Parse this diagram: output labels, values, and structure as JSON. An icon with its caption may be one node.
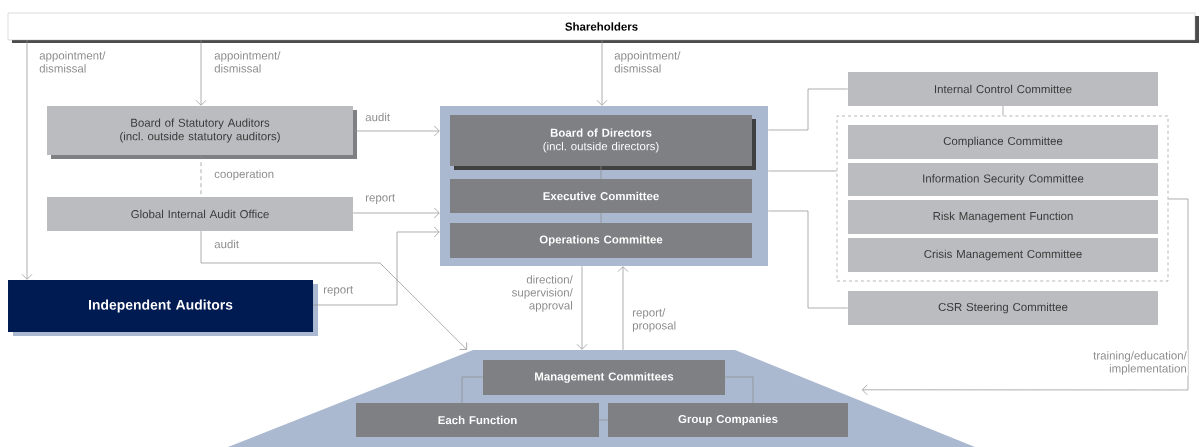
{
  "diagram": {
    "nodes": [
      {
        "text": [
          "Shareholders"
        ]
      },
      {
        "text": [
          "Board of Statutory Auditors",
          "(incl. outside statutory auditors)"
        ]
      },
      {
        "text": [
          "Global Internal Audit Office"
        ]
      },
      {
        "text": [
          "Independent Auditors"
        ]
      },
      {
        "text": [],
        "shape": "box"
      },
      {
        "text": [
          "Board of Directors",
          "(incl. outside directors)"
        ],
        "in": 4
      },
      {
        "text": [
          "Executive Committee"
        ],
        "in": 4
      },
      {
        "text": [
          "Operations Committee"
        ],
        "in": 4
      },
      {
        "text": [
          "Internal Control Committee"
        ]
      },
      {
        "text": [],
        "shape": "box"
      },
      {
        "text": [
          "Compliance Committee"
        ],
        "in": 9
      },
      {
        "text": [
          "Information Security Committee"
        ],
        "in": 9
      },
      {
        "text": [
          "Risk Management Function"
        ],
        "in": 9
      },
      {
        "text": [
          "Crisis Management Committee"
        ],
        "in": 9
      },
      {
        "text": [
          "CSR Steering Committee"
        ]
      },
      {
        "text": [],
        "shape": "trapezoid"
      },
      {
        "text": [
          "Management Committees"
        ],
        "in": 15
      },
      {
        "text": [
          "Each Function"
        ],
        "in": 15
      },
      {
        "text": [
          "Group Companies"
        ],
        "in": 15
      }
    ],
    "edges": [
      {
        "from": 0,
        "to": 3,
        "arrow": "to",
        "label": "appointment/ dismissal"
      },
      {
        "from": 0,
        "to": 1,
        "arrow": "to",
        "label": "appointment/ dismissal"
      },
      {
        "from": 0,
        "to": 4,
        "arrow": "to",
        "label": "appointment/ dismissal"
      },
      {
        "from": 1,
        "to": 4,
        "arrow": "to",
        "label": "audit"
      },
      {
        "from": 1,
        "to": 2,
        "arrow": "none",
        "label": "cooperation",
        "style": "dashed"
      },
      {
        "from": 2,
        "to": 4,
        "arrow": "to",
        "label": "report"
      },
      {
        "from": 2,
        "to": 15,
        "arrow": "to",
        "label": "audit"
      },
      {
        "from": 3,
        "to": 4,
        "arrow": "to",
        "label": "report"
      },
      {
        "from": 4,
        "to": 15,
        "arrow": "to",
        "label": "direction/ supervision/ approval"
      },
      {
        "from": 15,
        "to": 4,
        "arrow": "to",
        "label": "report/ proposal"
      },
      {
        "from": 4,
        "to": 8,
        "arrow": "none"
      },
      {
        "from": 4,
        "to": 9,
        "arrow": "none"
      },
      {
        "from": 4,
        "to": 14,
        "arrow": "none"
      },
      {
        "from": 8,
        "to": 9,
        "arrow": "none"
      },
      {
        "from": 9,
        "to": 15,
        "arrow": "to",
        "label": "training/education/ implementation"
      },
      {
        "from": 5,
        "to": 6,
        "arrow": "none"
      },
      {
        "from": 6,
        "to": 7,
        "arrow": "none"
      },
      {
        "from": 16,
        "to": 17,
        "arrow": "none"
      },
      {
        "from": 16,
        "to": 18,
        "arrow": "none"
      },
      {
        "from": 17,
        "to": 18,
        "arrow": "none"
      }
    ]
  }
}
